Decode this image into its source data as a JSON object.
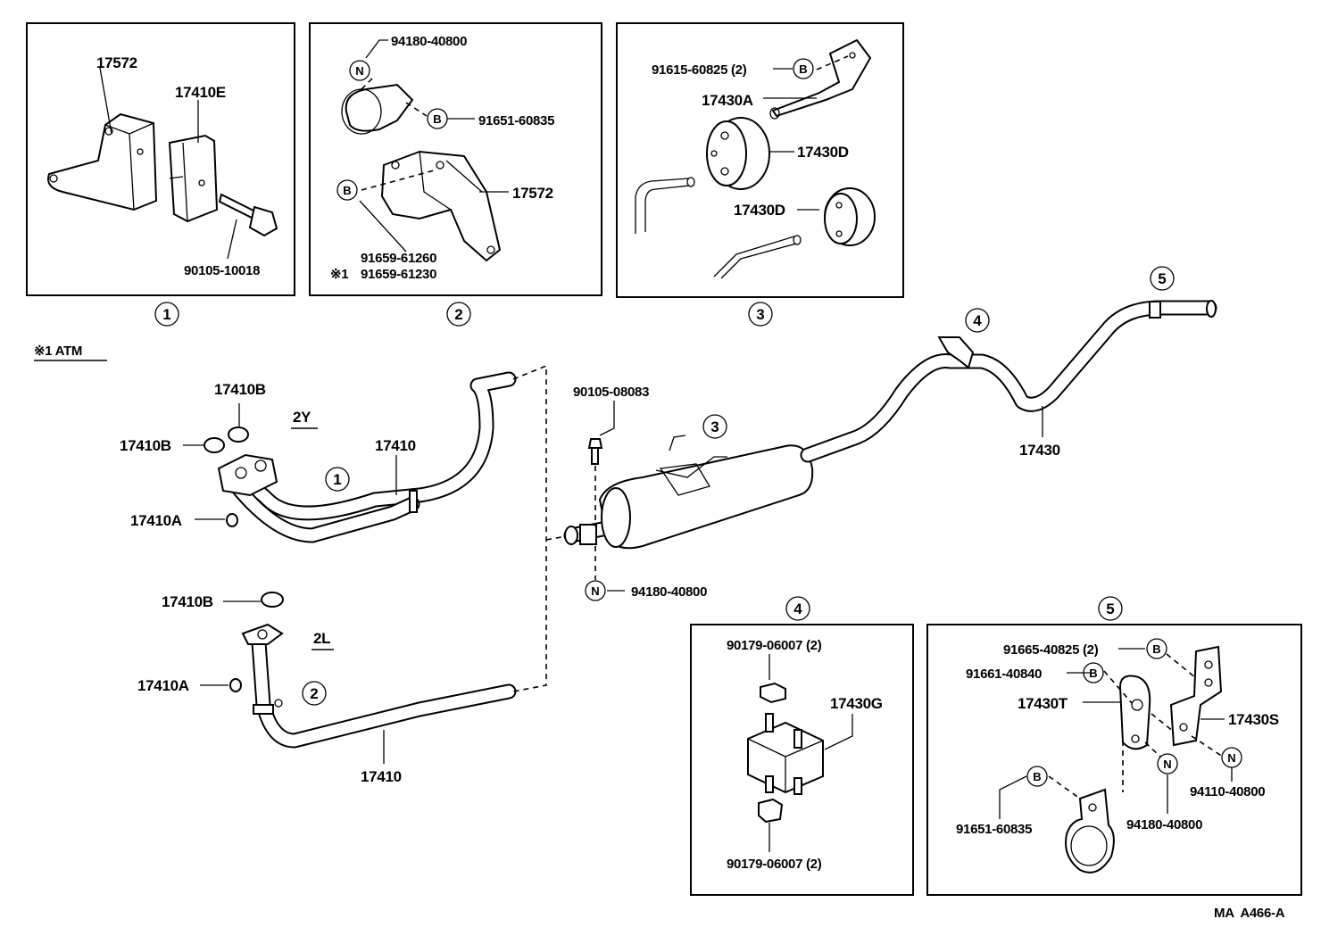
{
  "panels": {
    "p1": {
      "index_mark": "1",
      "labels": [
        "17572",
        "17410E",
        "90105-10018"
      ]
    },
    "p2": {
      "index_mark": "2",
      "labels": [
        "94180-40800",
        "91651-60835",
        "17572",
        "91659-61260",
        "91659-61230"
      ],
      "note_mark": "※1",
      "sym_n": "N",
      "sym_b": "B"
    },
    "p3": {
      "index_mark": "3",
      "labels": [
        "91615-60825 (2)",
        "17430A",
        "17430D",
        "17430D"
      ],
      "sym_b": "B"
    },
    "p4": {
      "index_mark": "4",
      "labels": [
        "90179-06007 (2)",
        "17430G",
        "90179-06007 (2)"
      ]
    },
    "p5": {
      "index_mark": "5",
      "labels": [
        "91665-40825 (2)",
        "91661-40840",
        "17430T",
        "17430S",
        "94110-40800",
        "94180-40800",
        "91651-60835"
      ],
      "sym_n": "N",
      "sym_b": "B"
    }
  },
  "main": {
    "atm_note": "※1 ATM",
    "variant_2y": "2Y",
    "variant_2l": "2L",
    "labels_2y": [
      "17410B",
      "17410B",
      "17410",
      "17410A"
    ],
    "labels_2l": [
      "17410B",
      "17410A",
      "17410"
    ],
    "muffler_labels": [
      "90105-08083",
      "94180-40800"
    ],
    "tail_label": "17430",
    "callouts": [
      "1",
      "2",
      "3",
      "4",
      "5"
    ],
    "sym_n": "N"
  },
  "footer": {
    "code": "MA  A466-A"
  }
}
